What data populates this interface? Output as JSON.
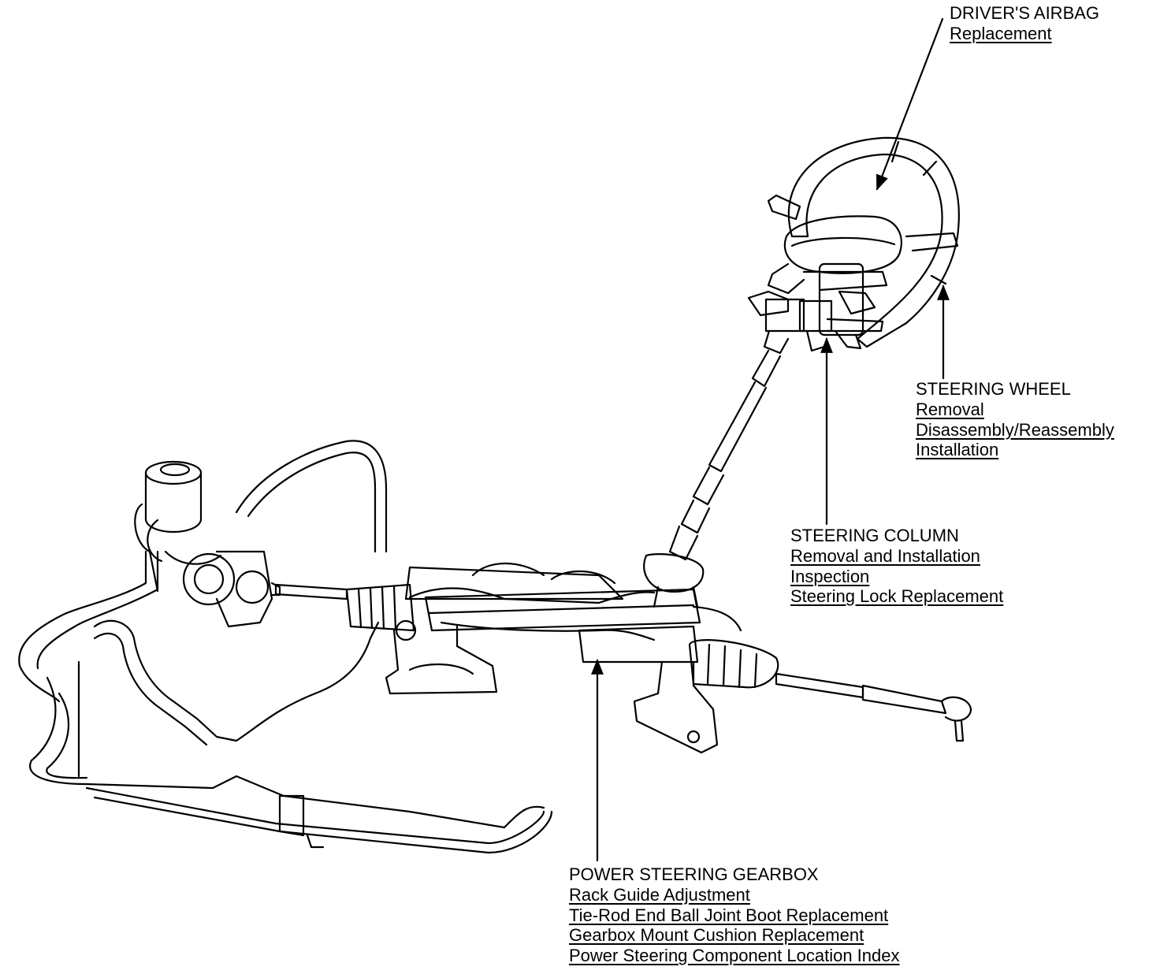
{
  "callouts": {
    "airbag": {
      "title": "DRIVER'S AIRBAG",
      "links": [
        "Replacement"
      ]
    },
    "steering_wheel": {
      "title": "STEERING WHEEL",
      "links": [
        "Removal",
        "Disassembly/Reassembly",
        "Installation"
      ]
    },
    "steering_column": {
      "title": "STEERING COLUMN",
      "links": [
        "Removal and Installation",
        "Inspection",
        "Steering Lock Replacement"
      ]
    },
    "gearbox": {
      "title": "POWER STEERING GEARBOX",
      "links": [
        "Rack Guide Adjustment",
        "Tie-Rod End Ball Joint Boot Replacement",
        "Gearbox Mount Cushion Replacement",
        "Power Steering Component Location Index"
      ]
    }
  }
}
